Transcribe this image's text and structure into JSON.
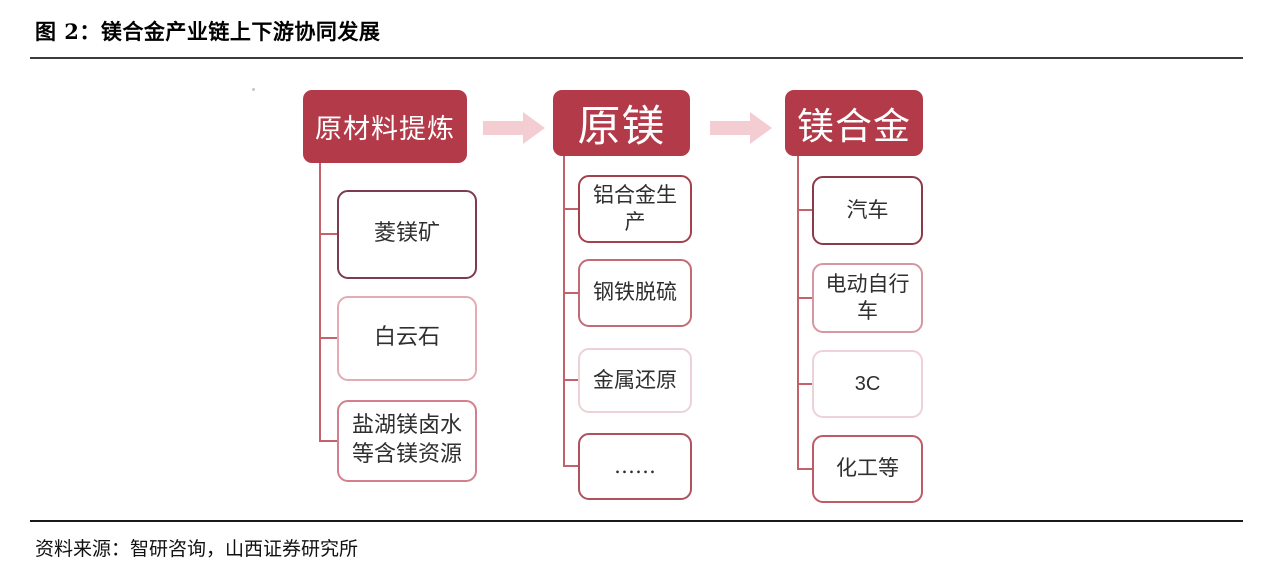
{
  "figure": {
    "title": "图 2：镁合金产业链上下游协同发展",
    "source": "资料来源：智研咨询，山西证券研究所"
  },
  "colors": {
    "stage_bg": "#b23a49",
    "stage_text": "#ffffff",
    "arrow": "#f3cdd2",
    "connector": "#c4626c",
    "top_rule": "#3c3c3c",
    "bottom_rule": "#1a1a1a"
  },
  "chain": {
    "stages": [
      {
        "label": "原材料提炼",
        "items": [
          {
            "label": "菱镁矿",
            "border": "#7d3b50"
          },
          {
            "label": "白云石",
            "border": "#e4abb4"
          },
          {
            "label": "盐湖镁卤水等含镁资源",
            "border": "#d2808d"
          }
        ]
      },
      {
        "label": "原镁",
        "items": [
          {
            "label": "铝合金生产",
            "border": "#a4414d"
          },
          {
            "label": "钢铁脱硫",
            "border": "#c26b77"
          },
          {
            "label": "金属还原",
            "border": "#ecd2d6"
          },
          {
            "label": "……",
            "border": "#ad525e"
          }
        ]
      },
      {
        "label": "镁合金",
        "items": [
          {
            "label": "汽车",
            "border": "#8a3a49"
          },
          {
            "label": "电动自行车",
            "border": "#d796a1"
          },
          {
            "label": "3C",
            "border": "#eed2d7"
          },
          {
            "label": "化工等",
            "border": "#bf5a66"
          }
        ]
      }
    ]
  }
}
